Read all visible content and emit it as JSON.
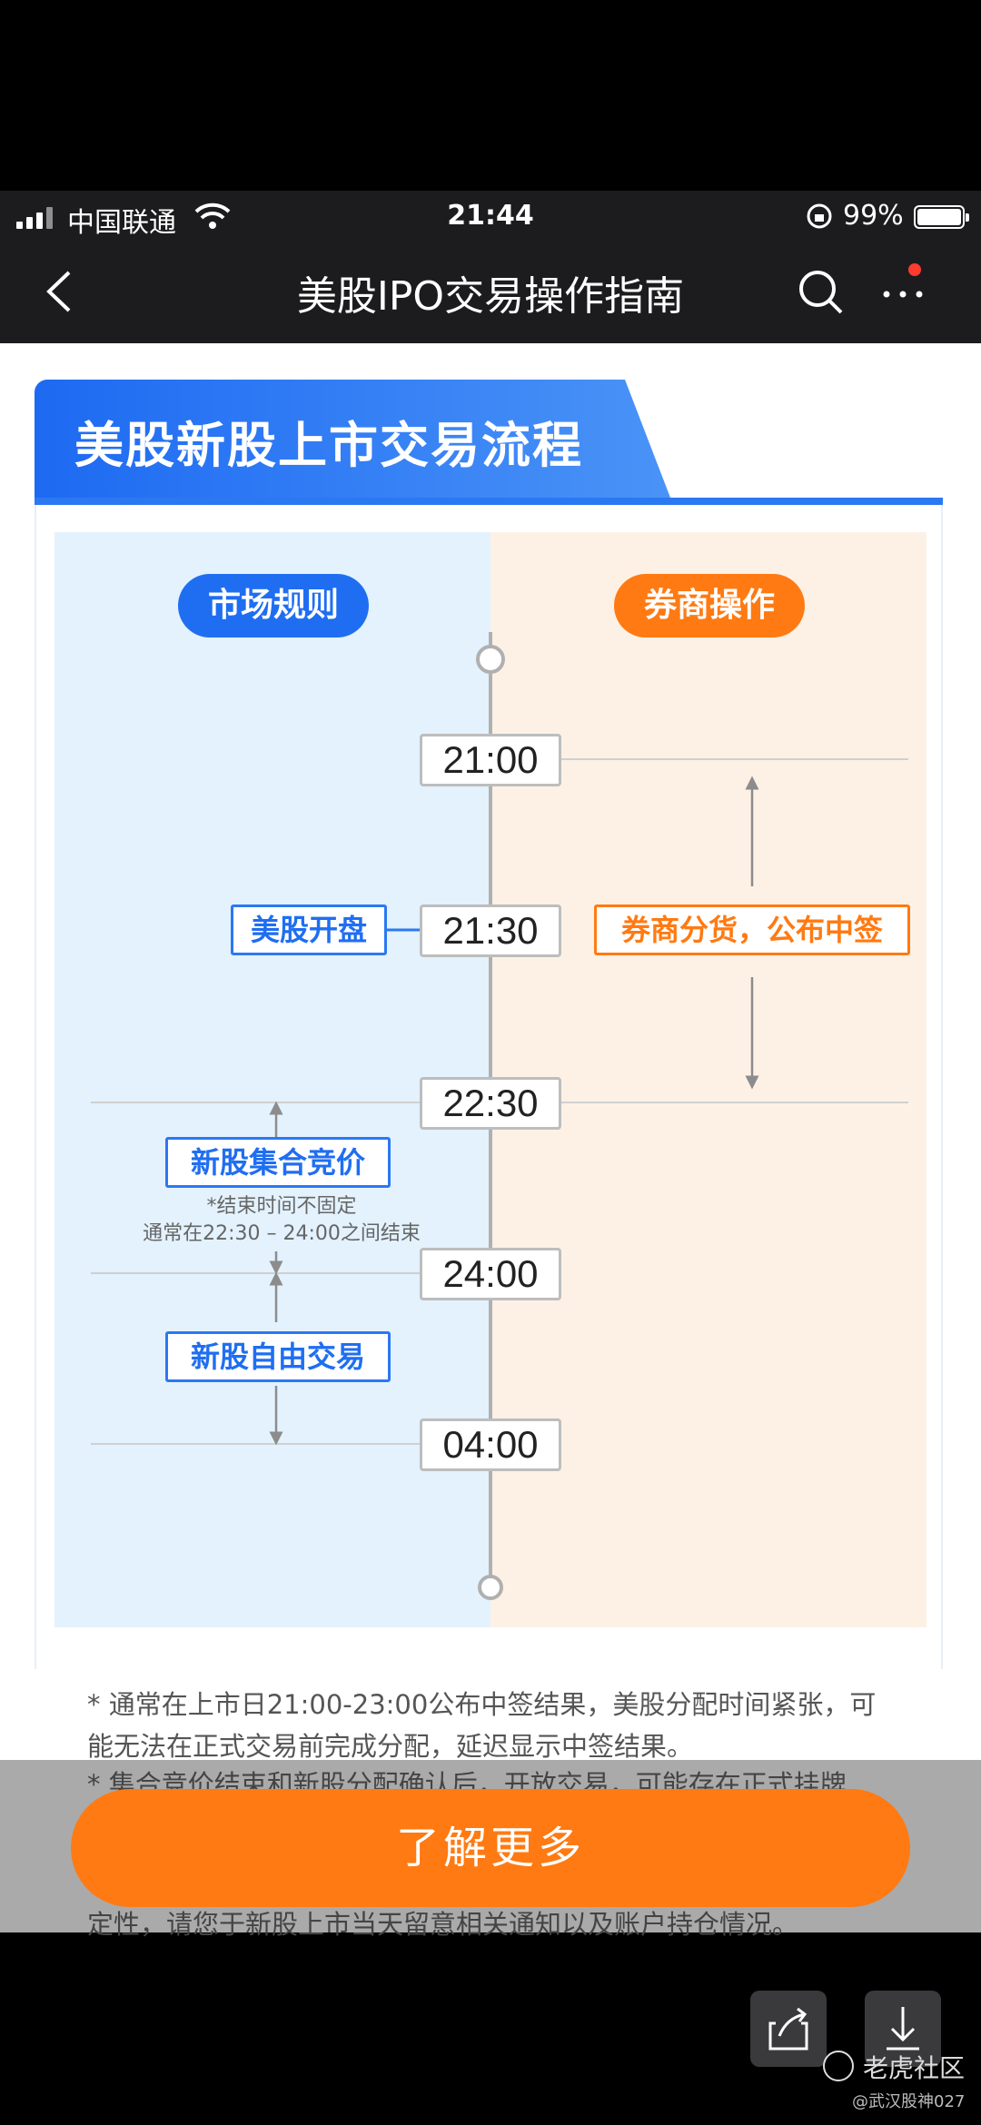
{
  "status_bar": {
    "carrier": "中国联通",
    "time": "21:44",
    "battery": "99%"
  },
  "nav": {
    "title": "美股IPO交易操作指南"
  },
  "card": {
    "title": "美股新股上市交易流程",
    "left_header": "市场规则",
    "right_header": "券商操作",
    "times": [
      "21:00",
      "21:30",
      "22:30",
      "24:00",
      "04:00"
    ],
    "market_open": "美股开盘",
    "broker_action": "券商分货，公布中签",
    "auction": "新股集合竞价",
    "auction_note_1": "*结束时间不固定",
    "auction_note_2": "通常在22:30 – 24:00之间结束",
    "free_trading": "新股自由交易"
  },
  "notes": {
    "line1": "* 通常在上市日21:00-23:00公布中签结果，美股分配时间紧张，可",
    "line2": "能无法在正式交易前完成分配，延迟显示中签结果。",
    "line3": "* 集合竞价结束和新股分配确认后，开放交易，可能存在正式挂牌",
    "line_last": "定性，请您于新股上市当天留意相关通知以及账户持仓情况。"
  },
  "cta": {
    "label": "了解更多"
  },
  "watermark": {
    "brand": "老虎社区",
    "user": "@武汉股神027"
  },
  "colors": {
    "blue": "#1f6ef2",
    "orange": "#ff7a12",
    "dark_bar": "#1c1c1e"
  }
}
